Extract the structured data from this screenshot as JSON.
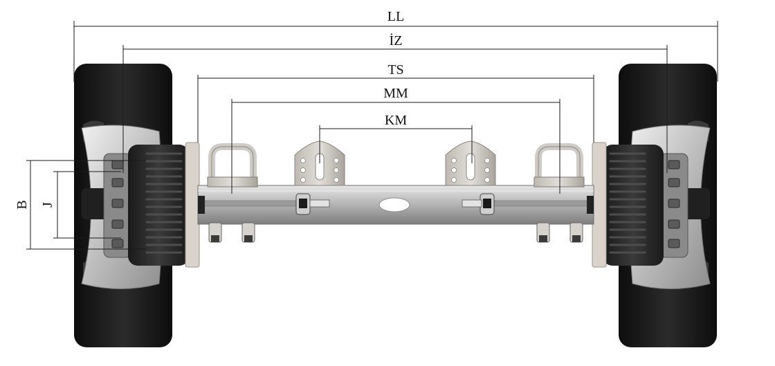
{
  "diagram": {
    "dimensions": {
      "ll": "LL",
      "iz": "İZ",
      "ts": "TS",
      "mm": "MM",
      "km": "KM",
      "b": "B",
      "j": "J"
    }
  },
  "colors": {
    "tire": "#1c1c1c",
    "rim": "#c9c9c9",
    "drum": "#2a2a2a",
    "axle_beam": "#b8b8b8",
    "bracket": "#d2d0cc",
    "dimension_line": "#1a1a1a"
  }
}
